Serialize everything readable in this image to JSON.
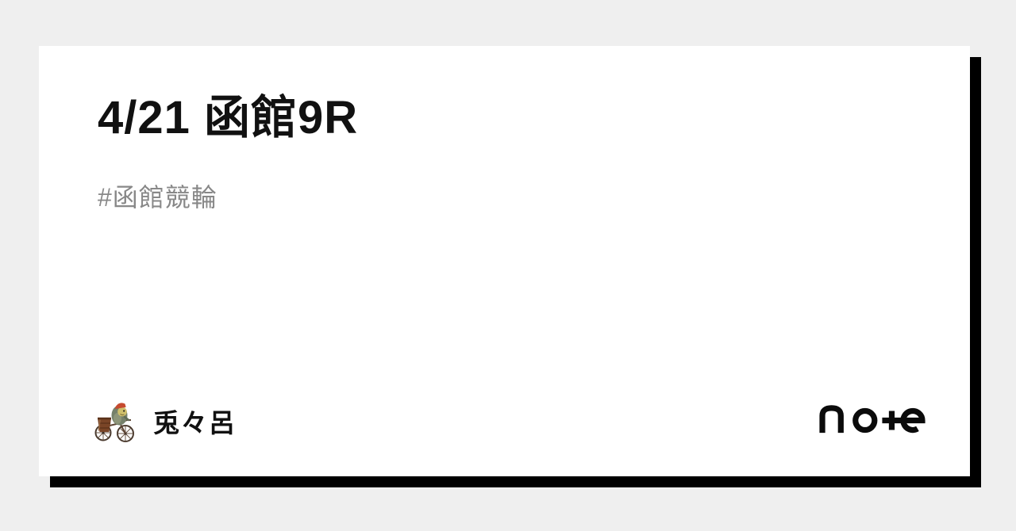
{
  "page": {
    "background_color": "#efefef"
  },
  "card": {
    "title": "4/21 函館9R",
    "hashtag": "#函館競輪",
    "author": {
      "name": "兎々呂",
      "avatar_icon": "frog-on-bicycle-avatar"
    },
    "brand": {
      "name": "note",
      "logo_text": "no+e"
    },
    "colors": {
      "card_bg": "#ffffff",
      "shadow": "#000000",
      "title_text": "#111111",
      "hashtag_text": "#888888",
      "author_text": "#111111",
      "logo": "#0b0b0b"
    }
  }
}
